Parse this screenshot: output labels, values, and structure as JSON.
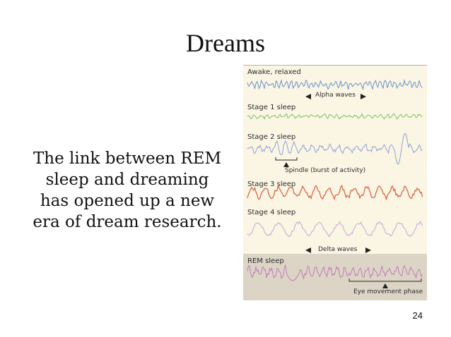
{
  "slide": {
    "title": "Dreams",
    "body_lines": [
      "The link between REM",
      "sleep and dreaming",
      "has opened up a new",
      "era of dream research."
    ],
    "page_number": "24"
  },
  "figure": {
    "stages": [
      {
        "label": "Awake, relaxed",
        "color": "#6b93c9"
      },
      {
        "label": "Stage 1 sleep",
        "color": "#7cc46a"
      },
      {
        "label": "Stage 2 sleep",
        "color": "#8ea2d6"
      },
      {
        "label": "Stage 3 sleep",
        "color": "#d4603a"
      },
      {
        "label": "Stage 4 sleep",
        "color": "#c7a6d8"
      },
      {
        "label": "REM sleep",
        "color": "#c07bb8"
      }
    ],
    "annotations": {
      "alpha": "Alpha waves",
      "spindle": "Spindle (burst of activity)",
      "delta": "Delta waves",
      "eye": "Eye movement phase"
    },
    "colors": {
      "background": "#fbf5e4",
      "rem_band": "#dcd5c6"
    }
  }
}
